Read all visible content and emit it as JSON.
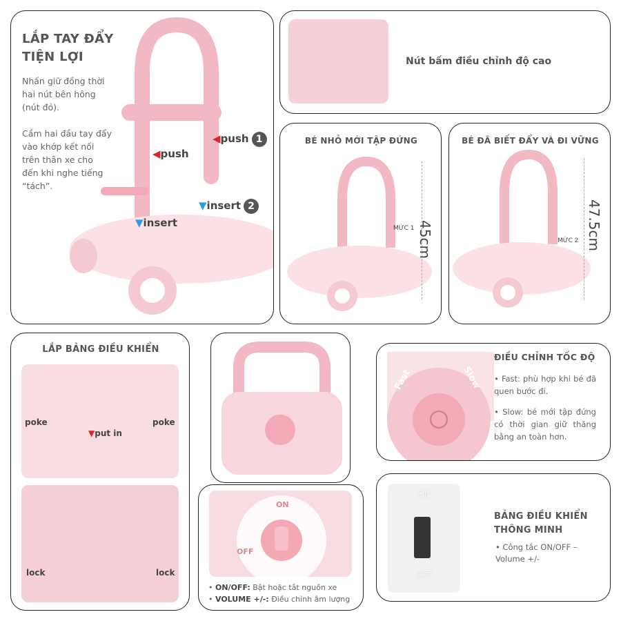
{
  "assembly": {
    "title_line1": "LẮP TAY ĐẨY",
    "title_line2": "TIỆN LỢI",
    "para1": "Nhấn giữ đồng thời hai nút bên hông (nút đỏ).",
    "para2": "Cầm hai đầu tay đẩy vào khớp kết nối trên thân xe cho đến khi nghe tiếng “tách”.",
    "push_label": "push",
    "push_label_1": "push",
    "step1": "1",
    "insert_label": "insert",
    "insert_label_2": "insert",
    "step2": "2"
  },
  "height_button": {
    "label": "Nút bấm điều chỉnh độ cao"
  },
  "level1": {
    "title": "BÉ NHỎ MỚI TẬP ĐỨNG",
    "level": "MỨC 1",
    "height": "45cm"
  },
  "level2": {
    "title": "BÉ ĐÃ BIẾT ĐẨY VÀ ĐI VỮNG",
    "level": "MỨC 2",
    "height": "47.5cm"
  },
  "control_install": {
    "title": "LẮP BẢNG ĐIỀU KHIỂN",
    "poke_left": "poke",
    "poke_right": "poke",
    "put_in": "put in",
    "lock_left": "lock",
    "lock_right": "lock"
  },
  "dial": {
    "on": "ON",
    "off": "OFF",
    "items": [
      {
        "bold": "ON/OFF:",
        "text": " Bật hoặc tắt nguồn xe"
      },
      {
        "bold": "VOLUME +/-:",
        "text": " Điều chỉnh âm lượng"
      }
    ]
  },
  "speed": {
    "title": "ĐIỀU CHỈNH TỐC ĐỘ",
    "fast": "Fast",
    "slow": "Slow",
    "items": [
      "Fast: phù hợp khi bé đã quen bước đi.",
      "Slow: bé mới tập đứng có thời gian giữ thăng bằng an toàn hơn."
    ]
  },
  "smart_panel": {
    "title_line1": "BẢNG ĐIỀU KHIỂN",
    "title_line2": "THÔNG MINH",
    "switch_on": "ON",
    "switch_off": "OFF",
    "items": [
      "Công tắc ON/OFF – Volume +/-"
    ]
  },
  "colors": {
    "pink": "#f4c6cf",
    "pink_light": "#f9e3e7",
    "red": "#d8262a",
    "blue": "#2d9de0"
  }
}
